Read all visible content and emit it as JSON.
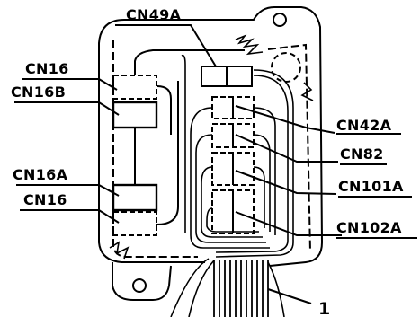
{
  "labels": {
    "cn49a": "CN49A",
    "cn16_top": "CN16",
    "cn16b": "CN16B",
    "cn16a": "CN16A",
    "cn16_bottom": "CN16",
    "cn42a": "CN42A",
    "cn82": "CN82",
    "cn101a": "CN101A",
    "cn102a": "CN102A",
    "harness_number": "1"
  },
  "colors": {
    "ink": "#000000",
    "paper": "#ffffff"
  }
}
